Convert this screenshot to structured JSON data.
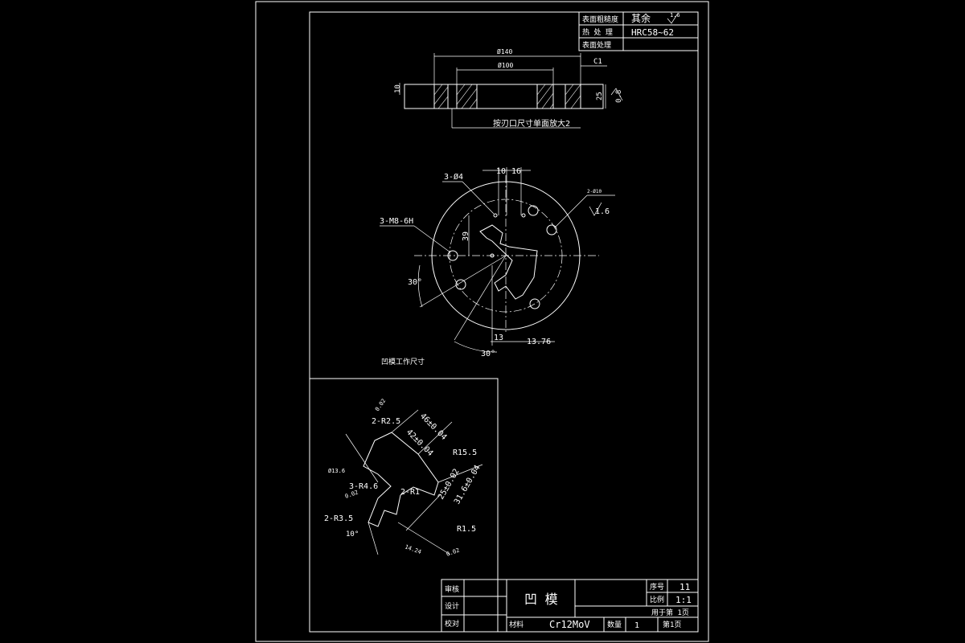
{
  "spec_table": {
    "roughness_label": "表面粗糙度",
    "roughness_value": "其余",
    "roughness_symbol": "1.6",
    "heat_label": "热 处 理",
    "heat_value": "HRC58~62",
    "surface_label": "表面处理",
    "surface_value": ""
  },
  "section_view": {
    "dim_outer": "Ø140",
    "dim_inner": "Ø100",
    "dim_chamfer": "C1",
    "dim_thickness": "10",
    "dim_height": "25",
    "roughness_side": "0.8",
    "note": "按刃口尺寸单面放大2"
  },
  "plan_view": {
    "holes_pin": "3-Ø4",
    "dim_10": "10",
    "dim_16": "16",
    "holes_dowel": "2-Ø10",
    "roughness": "1.6",
    "holes_thread": "3-M8-6H",
    "dim_39": "39",
    "angle_left": "30°",
    "angle_bottom": "30°",
    "dim_13": "13",
    "dim_1376": "13.76",
    "caption": "凹模工作尺寸"
  },
  "detail_view": {
    "r25": "2-R2.5",
    "d46": "46±0.04",
    "d42": "42±0.04",
    "r155": "R15.5",
    "phi13": "Ø13.6",
    "r46": "3-R4.6",
    "r1": "2-R1",
    "d25": "25±0.02",
    "d316": "31.6±0.04",
    "r35": "2-R3.5",
    "r15": "R1.5",
    "angle10": "10°",
    "d1424": "14.24",
    "s1": "0.02",
    "s2": "0.02",
    "s3": "0.02"
  },
  "title_block": {
    "review_label": "审核",
    "design_label": "设计",
    "check_label": "校对",
    "part_name": "凹 模",
    "seq_label": "序号",
    "seq_value": "11",
    "scale_label": "比例",
    "scale_value": "1:1",
    "usage": "用于第 1页",
    "material_label": "材料",
    "material_value": "Cr12MoV",
    "qty_label": "数量",
    "qty_value": "1",
    "sheet": "第1页"
  }
}
